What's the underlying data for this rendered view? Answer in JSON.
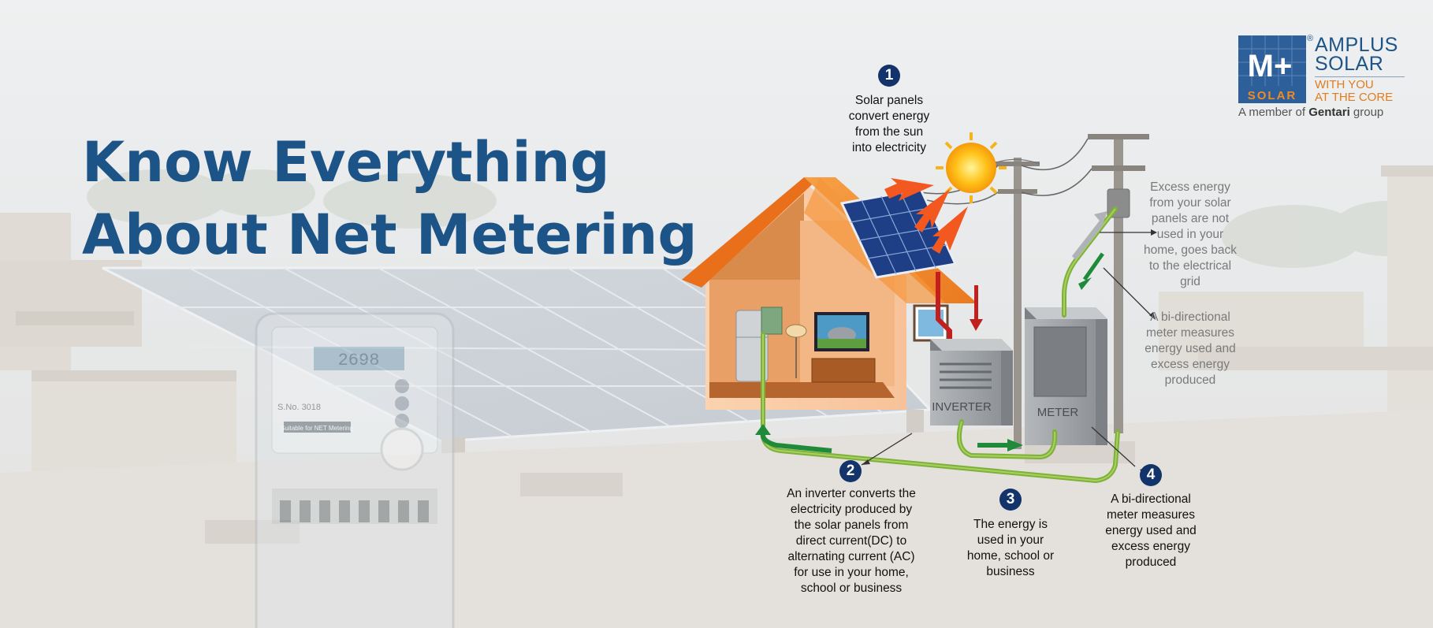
{
  "title": {
    "line1": "Know Everything",
    "line2": "About Net Metering"
  },
  "logo": {
    "mark": "M+",
    "mark_sub": "SOLAR",
    "registered": "®",
    "brand_line1": "AMPLUS",
    "brand_line2": "SOLAR",
    "tag_line1": "WITH YOU",
    "tag_line2": "AT THE CORE",
    "member_prefix": "A member of",
    "member_company": "Gentari",
    "member_suffix": "group",
    "colors": {
      "blue": "#1d5487",
      "orange": "#e07c22"
    }
  },
  "diagram": {
    "labels": {
      "inverter": "INVERTER",
      "meter": "METER"
    },
    "steps": [
      {
        "number": "1",
        "lines": [
          "Solar panels",
          "convert energy",
          "from the sun",
          "into electricity"
        ]
      },
      {
        "number": "2",
        "lines": [
          "An inverter converts the",
          "electricity produced by",
          "the solar panels from",
          "direct current(DC) to",
          "alternating current (AC)",
          "for use in your home,",
          "school or business"
        ]
      },
      {
        "number": "3",
        "lines": [
          "The energy is",
          "used in your",
          "home, school or",
          "business"
        ]
      },
      {
        "number": "4",
        "lines": [
          "A bi-directional",
          "meter measures",
          "energy used and",
          "excess energy",
          "produced"
        ]
      }
    ],
    "side_notes": [
      {
        "lines": [
          "Excess energy",
          "from your solar",
          "panels are not",
          "used in your",
          "home, goes back",
          "to the electrical",
          "grid"
        ]
      },
      {
        "lines": [
          "A bi-directional",
          "meter measures",
          "energy used and",
          "excess energy",
          "produced"
        ]
      }
    ]
  },
  "photo_meter": {
    "reading": "2698",
    "plate": "Suitable for NET Metering",
    "serial": "S.No. 3018"
  },
  "colors": {
    "title": "#1d5487",
    "badge": "#13336b",
    "cable": "#7fb03a",
    "arrow_green": "#1e8a3a",
    "arrow_red": "#c0201e",
    "house_orange": "#f28a2e"
  }
}
